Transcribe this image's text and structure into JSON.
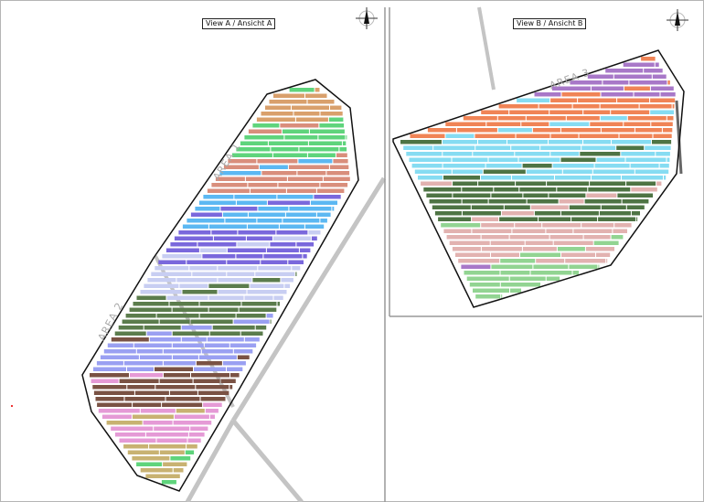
{
  "views": {
    "a": {
      "title": "View A / Ansicht A"
    },
    "b": {
      "title": "View B / Ansicht B"
    }
  },
  "areas": {
    "area1": "AREA 1",
    "area2": "AREA 2",
    "area3": "AREA 3"
  },
  "colors": {
    "left_bands": [
      "#d9a06c",
      "#5fd47c",
      "#d98e7c",
      "#5cb8f2",
      "#7a68dc",
      "#c8cef2",
      "#5b7c4c",
      "#9aa0f2",
      "#7a5244",
      "#e59ad6",
      "#c8b272",
      "#5fd47c"
    ],
    "right_bands": [
      "#a878c8",
      "#f08456",
      "#86dcf2",
      "#4e7444",
      "#e2b2b0",
      "#92d492"
    ],
    "road": "#c4c4c4",
    "boundary": "#111111"
  }
}
